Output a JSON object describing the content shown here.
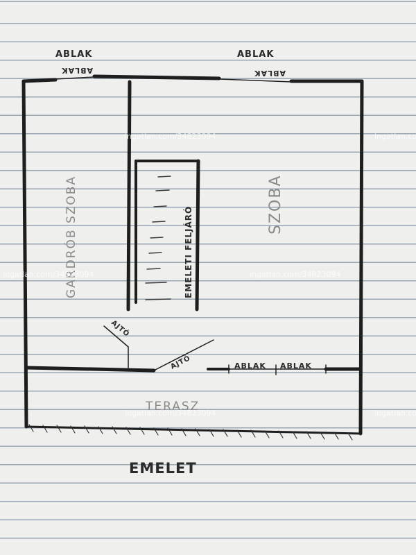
{
  "floor_plan": {
    "title": "EMELET",
    "rooms": {
      "dressing_room": "GARDRÓB SZOBA",
      "room": "SZOBA",
      "stairs": "EMELETI FELJÁRÓ",
      "terrace": "TERASZ"
    },
    "window_label": "ABLAK",
    "door_label": "AJTÓ"
  },
  "watermark": "ingatlan.com/34823094"
}
